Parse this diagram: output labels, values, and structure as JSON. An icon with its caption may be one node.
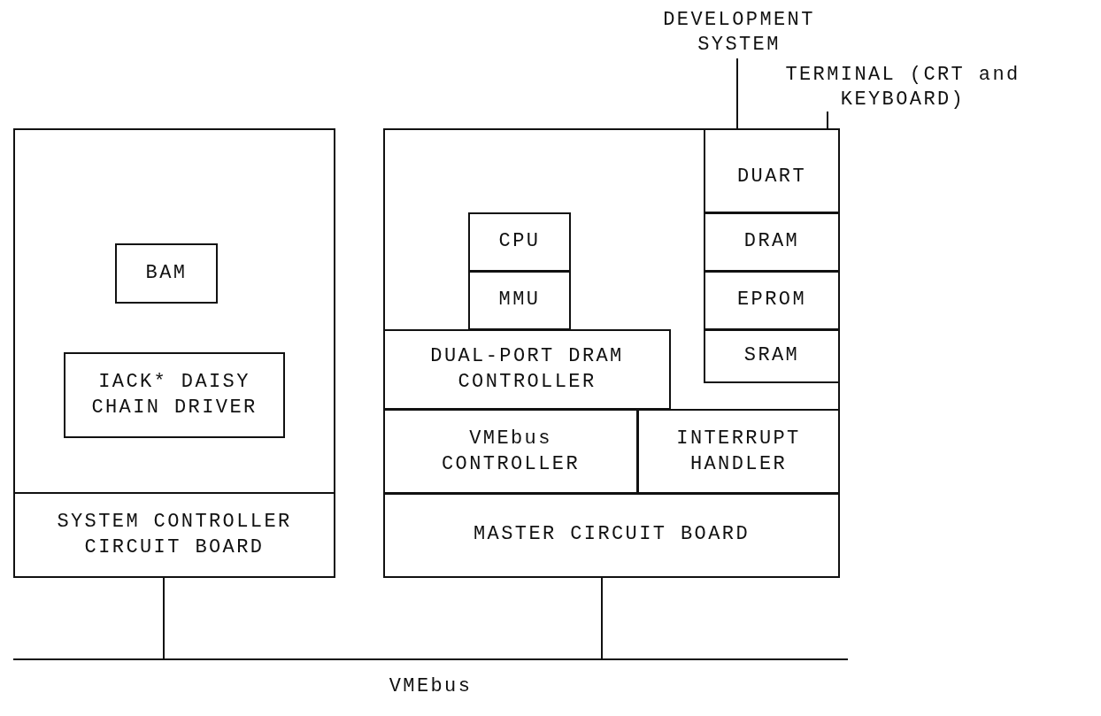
{
  "diagram": {
    "nodes": [
      {
        "text": [
          "SYSTEM CONTROLLER CIRCUIT BOARD"
        ]
      },
      {
        "text": [
          "BAM"
        ],
        "in": 0
      },
      {
        "text": [
          "IACK* DAISY CHAIN DRIVER"
        ],
        "in": 0
      },
      {
        "text": [
          "MASTER CIRCUIT BOARD"
        ]
      },
      {
        "text": [
          "CPU"
        ],
        "in": 3
      },
      {
        "text": [
          "MMU"
        ],
        "in": 3
      },
      {
        "text": [
          "DUAL-PORT DRAM CONTROLLER"
        ],
        "in": 3
      },
      {
        "text": [
          "VMEbus CONTROLLER"
        ],
        "in": 3
      },
      {
        "text": [
          "INTERRUPT HANDLER"
        ],
        "in": 3
      },
      {
        "text": [
          "DUART"
        ],
        "in": 3
      },
      {
        "text": [
          "DRAM"
        ],
        "in": 3
      },
      {
        "text": [
          "EPROM"
        ],
        "in": 3
      },
      {
        "text": [
          "SRAM"
        ],
        "in": 3
      },
      {
        "text": [
          "DEVELOPMENT SYSTEM"
        ]
      },
      {
        "text": [
          "TERMINAL (CRT and KEYBOARD)"
        ]
      },
      {
        "text": [
          "VMEbus"
        ]
      }
    ],
    "edges": [
      {
        "from": 13,
        "to": 9,
        "arrow": "none"
      },
      {
        "from": 14,
        "to": 9,
        "arrow": "none"
      },
      {
        "from": 0,
        "to": 15,
        "arrow": "none"
      },
      {
        "from": 3,
        "to": 15,
        "arrow": "none"
      }
    ]
  }
}
